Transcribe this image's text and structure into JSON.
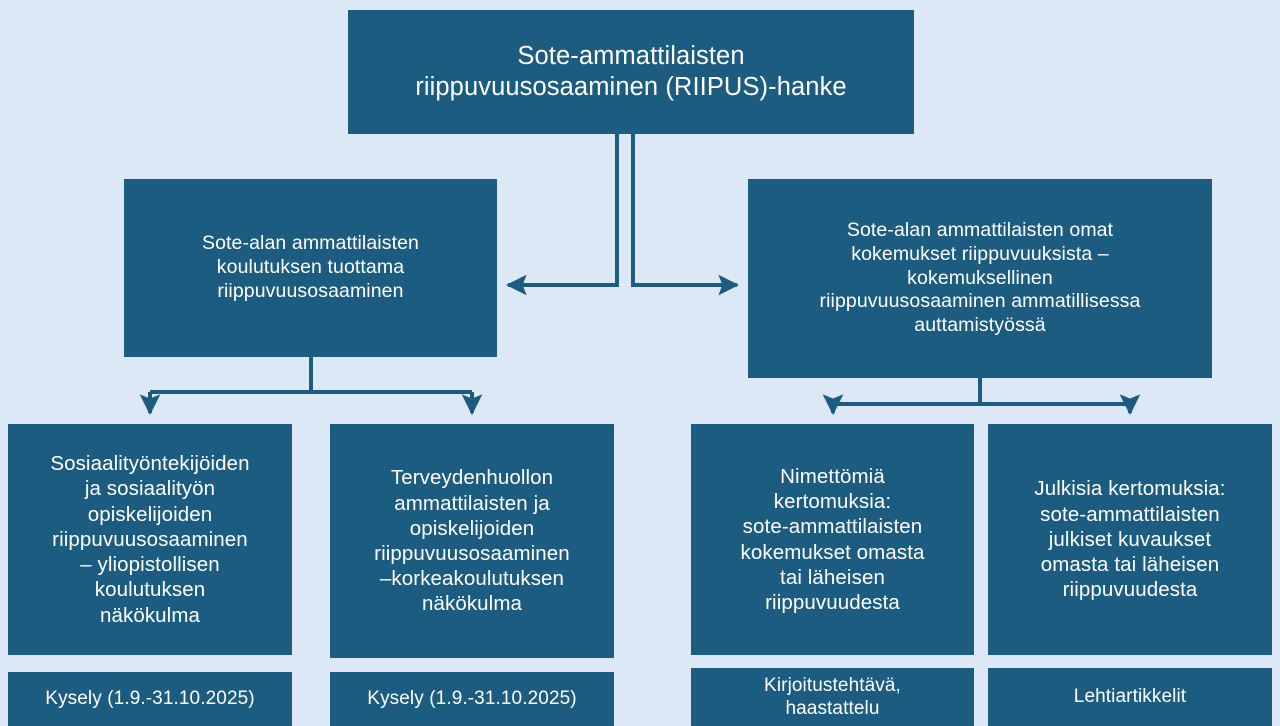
{
  "diagram": {
    "title": "Sote-ammattilaisten riippuvuusosaaminen (RIIPUS)-hanke",
    "background_color": "#dce8f5",
    "node_color": "#1c5c80",
    "node_text_color": "#ffffff",
    "connector_color": "#1c5c80",
    "root": {
      "label": "Sote-ammattilaisten\nriippuvuusosaaminen (RIIPUS)-hanke"
    },
    "level1": [
      {
        "id": "koulutus",
        "label": "Sote-alan ammattilaisten\nkoulutuksen tuottama\nriippuvuusosaaminen"
      },
      {
        "id": "kokemukset",
        "label": "Sote-alan ammattilaisten omat\nkokemukset riippuvuuksista –\nkokemuksellinen\nriippuvuusosaaminen ammatillisessa\nauttamistyössä"
      }
    ],
    "level2": [
      {
        "id": "sosiaalityo",
        "label": "Sosiaalityöntekijöiden\nja sosiaalityön\nopiskelijoiden\nriippuvuusosaaminen\n– yliopistollisen\nkoulutuksen\nnäkökulma"
      },
      {
        "id": "terveydenhuolto",
        "label": "Terveydenhuollon\nammattilaisten ja\nopiskelijoiden\nriippuvuusosaaminen\n–korkeakoulutuksen\nnäkökulma"
      },
      {
        "id": "nimettomat",
        "label": "Nimettömiä\nkertomuksia:\nsote-ammattilaisten\nkokemukset omasta\ntai läheisen\nriippuvuudesta"
      },
      {
        "id": "julkiset",
        "label": "Julkisia kertomuksia:\nsote-ammattilaisten\njulkiset kuvaukset\nomasta tai läheisen\nriippuvuudesta"
      }
    ],
    "level3": [
      {
        "id": "kysely-1",
        "label": "Kysely (1.9.-31.10.2025)"
      },
      {
        "id": "kysely-2",
        "label": "Kysely (1.9.-31.10.2025)"
      },
      {
        "id": "kirjoitustehtava",
        "label": "Kirjoitustehtävä,\nhaastattelu"
      },
      {
        "id": "lehtiartikkelit",
        "label": "Lehtiartikkelit"
      }
    ]
  }
}
